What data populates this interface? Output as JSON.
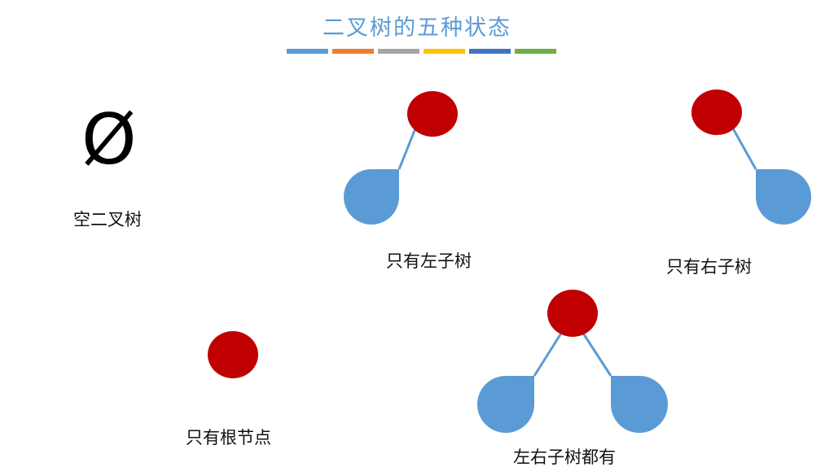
{
  "title": "二叉树的五种状态",
  "title_bar_colors": [
    "#5b9bd5",
    "#ed7d31",
    "#a5a5a5",
    "#ffc000",
    "#4472c4",
    "#70ad47"
  ],
  "colors": {
    "root_node": "#c00000",
    "child_node": "#5b9bd5",
    "edge": "#5b9bd5",
    "title": "#5b9bd5"
  },
  "empty_symbol": "Ø",
  "states": [
    {
      "label": "空二叉树"
    },
    {
      "label": "只有左子树"
    },
    {
      "label": "只有右子树"
    },
    {
      "label": "只有根节点"
    },
    {
      "label": "左右子树都有"
    }
  ]
}
